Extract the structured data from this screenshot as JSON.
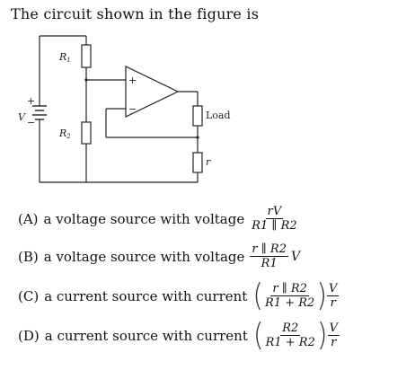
{
  "question": "The circuit shown in the figure is",
  "circuit": {
    "r1": "R",
    "r1_sub": "1",
    "r2": "R",
    "r2_sub": "2",
    "source_label": "V",
    "plus_sign": "+",
    "minus_sign": "−",
    "opamp_plus": "+",
    "opamp_minus": "−",
    "load_label": "Load",
    "r_label": "r"
  },
  "options": [
    {
      "letter": "(A)",
      "text": "a voltage source with voltage",
      "num": "rV",
      "den": "R1 ∥ R2",
      "tail": ""
    },
    {
      "letter": "(B)",
      "text": "a voltage source with voltage",
      "num": "r ∥ R2",
      "den": "R1",
      "tail": "V"
    },
    {
      "letter": "(C)",
      "text": "a current source with current",
      "num": "r ∥ R2",
      "den": "R1 + R2",
      "num2": "V",
      "den2": "r"
    },
    {
      "letter": "(D)",
      "text": "a current source with current",
      "num": "R2",
      "den": "R1 + R2",
      "num2": "V",
      "den2": "r"
    }
  ]
}
